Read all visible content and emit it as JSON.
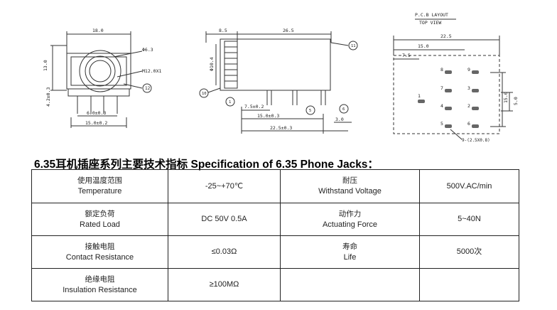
{
  "drawings": {
    "pcb_title": "P.C.B LAYOUT",
    "pcb_subtitle": "TOP VIEW",
    "front": {
      "dim_width": "18.0",
      "dim_height": "13.0",
      "dim_small": "4.2±0.3",
      "hole_dia": "Φ6.3",
      "thread": "M12.0X1",
      "callout": "12",
      "pin_pitch": "6.0±0.3",
      "pin_span": "15.0±0.2"
    },
    "side": {
      "dim_a": "8.5",
      "dim_b": "26.5",
      "dim_dia": "Φ10.4",
      "callout_10": "10",
      "callout_11": "11",
      "callout_1": "1",
      "callout_5": "5",
      "callout_6": "6",
      "dim_c": "7.5±0.2",
      "dim_d": "15.0±0.3",
      "dim_e": "22.5±0.3",
      "dim_f": "3.0"
    },
    "pcb": {
      "dim_total": "22.5",
      "dim_15": "15.0",
      "dim_75": "7.5",
      "dim_v15": "15.0",
      "dim_v5": "5.0",
      "pin_labels": [
        "8",
        "9",
        "7",
        "3",
        "1",
        "4",
        "2",
        "5",
        "6"
      ],
      "hole_note": "9-(2.5X0.8)"
    }
  },
  "heading": "6.35耳机插座系列主要技术指标 Specification of 6.35 Phone Jacks：",
  "specs": [
    {
      "zh": "使用温度范围",
      "en": "Temperature",
      "value": "-25~+70℃",
      "zh2": "耐压",
      "en2": "Withstand Voltage",
      "value2": "500V.AC/min"
    },
    {
      "zh": "额定负荷",
      "en": "Rated Load",
      "value": "DC 50V 0.5A",
      "zh2": "动作力",
      "en2": "Actuating Force",
      "value2": "5~40N"
    },
    {
      "zh": "接触电阻",
      "en": "Contact Resistance",
      "value": "≤0.03Ω",
      "zh2": "寿命",
      "en2": "Life",
      "value2": "5000次"
    },
    {
      "zh": "绝缘电阻",
      "en": "Insulation Resistance",
      "value": "≥100MΩ",
      "zh2": "",
      "en2": "",
      "value2": ""
    }
  ]
}
